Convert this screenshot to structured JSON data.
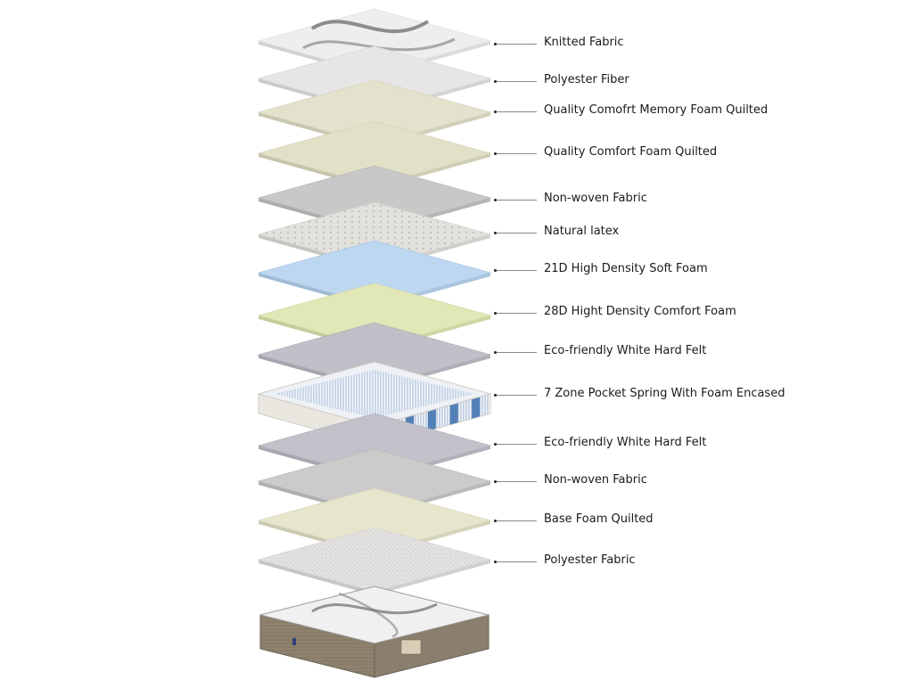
{
  "layers": [
    {
      "name": "Knitted Fabric",
      "color": "#eeeeee",
      "texture": "quilt-swirl"
    },
    {
      "name": "Polyester Fiber",
      "color": "#e6e6e6",
      "texture": "plain"
    },
    {
      "name": "Quality Comofrt Memory Foam Quilted",
      "color": "#e4e2cc",
      "texture": "plain"
    },
    {
      "name": "Quality Comfort Foam Quilted",
      "color": "#e2e1c8",
      "texture": "plain"
    },
    {
      "name": "Non-woven Fabric",
      "color": "#c8c8c8",
      "texture": "plain"
    },
    {
      "name": "Natural latex",
      "color": "#e3e1dc",
      "texture": "perforated"
    },
    {
      "name": "21D High Density Soft Foam",
      "color": "#bcd7ef",
      "texture": "plain"
    },
    {
      "name": "28D Hight Density Comfort Foam",
      "color": "#e2e7b7",
      "texture": "plain"
    },
    {
      "name": "Eco-friendly White Hard Felt",
      "color": "#c2c0c8",
      "texture": "speckle"
    },
    {
      "name": "7 Zone Pocket Spring With Foam Encased",
      "color": "#3b6fae",
      "texture": "spring-unit"
    },
    {
      "name": "Eco-friendly White Hard Felt",
      "color": "#c4c2ca",
      "texture": "speckle"
    },
    {
      "name": "Non-woven Fabric",
      "color": "#cbcbcb",
      "texture": "plain"
    },
    {
      "name": "Base Foam Quilted",
      "color": "#e7e6cd",
      "texture": "plain"
    },
    {
      "name": "Polyester Fabric",
      "color": "#e3e2e0",
      "texture": "speckle"
    }
  ],
  "mattress": {
    "top_color": "#f0f0f0",
    "border_color": "#8a7e6e",
    "accent_color": "#2f3f7a"
  }
}
